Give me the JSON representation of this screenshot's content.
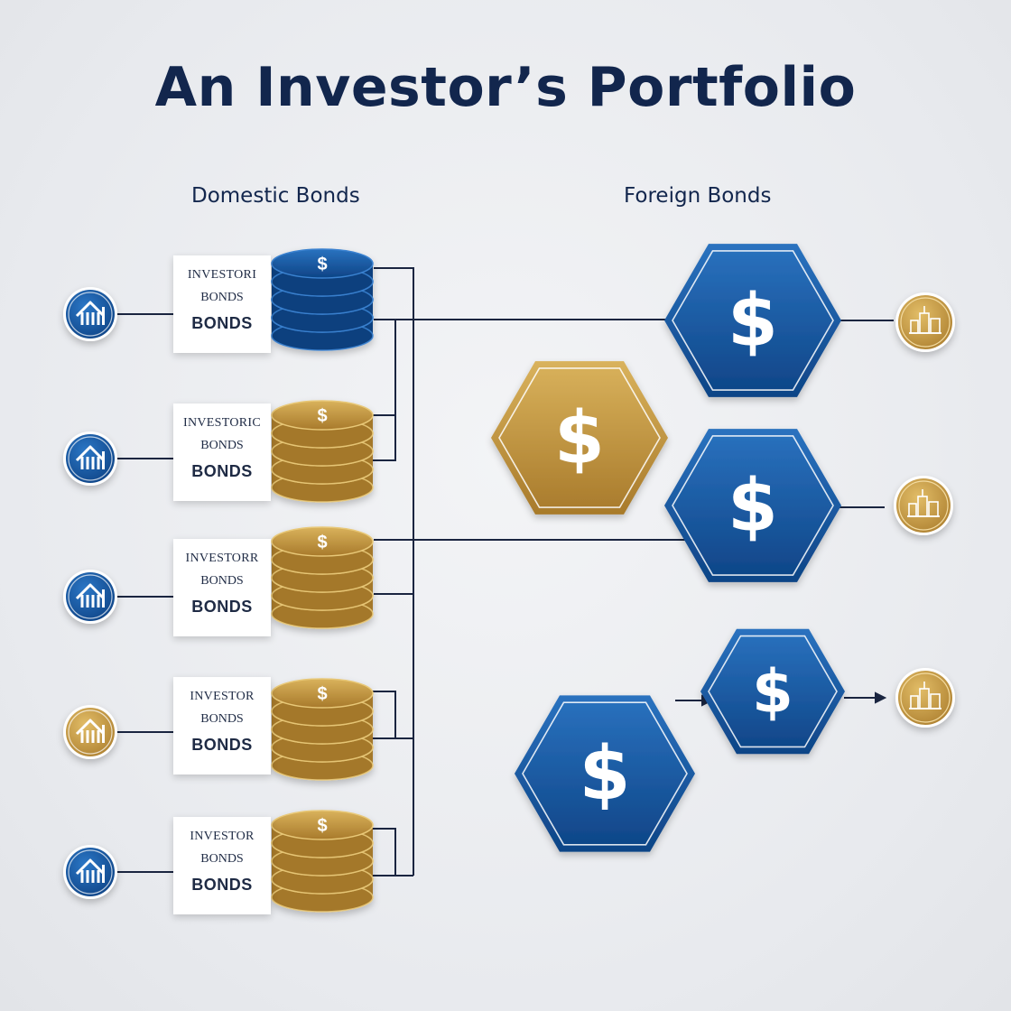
{
  "title": "An Investor’s Portfolio",
  "sections": {
    "domestic": "Domestic Bonds",
    "foreign": "Foreign Bonds"
  },
  "domestic_rows": [
    {
      "line1": "INVESTORI",
      "line2": "BONDS",
      "line3": "BONDS",
      "coin_color": "blue",
      "icon_color": "blue"
    },
    {
      "line1": "INVESTORIC",
      "line2": "BONDS",
      "line3": "BONDS",
      "coin_color": "gold",
      "icon_color": "blue"
    },
    {
      "line1": "INVESTORR",
      "line2": "BONDS",
      "line3": "BONDS",
      "coin_color": "gold",
      "icon_color": "blue"
    },
    {
      "line1": "INVESTOR",
      "line2": "BONDS",
      "line3": "BONDS",
      "coin_color": "gold",
      "icon_color": "gold"
    },
    {
      "line1": "INVESTOR",
      "line2": "BONDS",
      "line3": "BONDS",
      "coin_color": "gold",
      "icon_color": "blue"
    }
  ],
  "foreign_hexagons": [
    {
      "symbol": "$",
      "color": "blue"
    },
    {
      "symbol": "$",
      "color": "gold"
    },
    {
      "symbol": "$",
      "color": "blue"
    },
    {
      "symbol": "$",
      "color": "blue"
    },
    {
      "symbol": "$",
      "color": "blue"
    }
  ],
  "foreign_badges": [
    {
      "icon": "city-buildings-icon"
    },
    {
      "icon": "city-buildings-icon"
    },
    {
      "icon": "city-buildings-icon"
    }
  ],
  "coin_symbol": "$",
  "colors": {
    "navy": "#12264d",
    "blue": "#1b5fa8",
    "blue_dark": "#0c3f7e",
    "gold": "#c99a3c",
    "gold_dark": "#a4782a",
    "line": "#1a2540"
  }
}
